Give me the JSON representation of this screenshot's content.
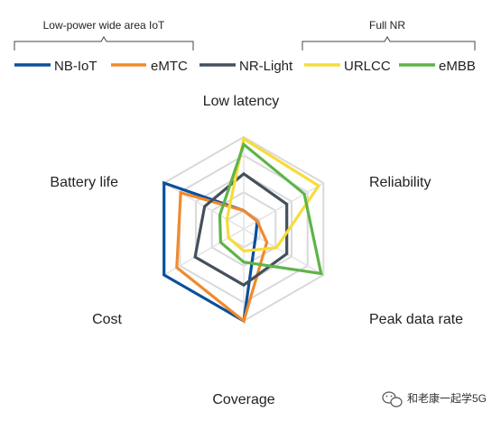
{
  "legend": {
    "groups": [
      {
        "label": "Low-power wide area IoT"
      },
      {
        "label": "Full NR"
      }
    ],
    "items": [
      {
        "label": "NB-IoT",
        "color": "#0b4f9c"
      },
      {
        "label": "eMTC",
        "color": "#f08a2c"
      },
      {
        "label": "NR-Light",
        "color": "#44505d"
      },
      {
        "label": "URLCC",
        "color": "#f6dc3a"
      },
      {
        "label": "eMBB",
        "color": "#5db448"
      }
    ]
  },
  "watermark": {
    "icon": "wechat-icon",
    "text": "和老康一起学5G"
  },
  "chart_data": {
    "type": "radar",
    "axes": [
      "Low latency",
      "Reliability",
      "Peak data rate",
      "Coverage",
      "Cost",
      "Battery life"
    ],
    "rmax": 5,
    "series": [
      {
        "name": "NB-IoT",
        "color": "#0b4f9c",
        "values": [
          1.0,
          0.85,
          0.75,
          5.0,
          5.0,
          5.0
        ]
      },
      {
        "name": "eMTC",
        "color": "#f08a2c",
        "values": [
          1.0,
          0.85,
          1.45,
          5.0,
          4.2,
          3.95
        ]
      },
      {
        "name": "NR-Light",
        "color": "#44505d",
        "values": [
          3.0,
          2.7,
          2.7,
          3.05,
          3.05,
          2.45
        ]
      },
      {
        "name": "URLCC",
        "color": "#f6dc3a",
        "values": [
          4.9,
          4.7,
          2.05,
          1.2,
          0.95,
          1.05
        ]
      },
      {
        "name": "eMBB",
        "color": "#5db448",
        "values": [
          4.6,
          3.8,
          4.85,
          1.8,
          1.45,
          1.5
        ]
      }
    ]
  }
}
